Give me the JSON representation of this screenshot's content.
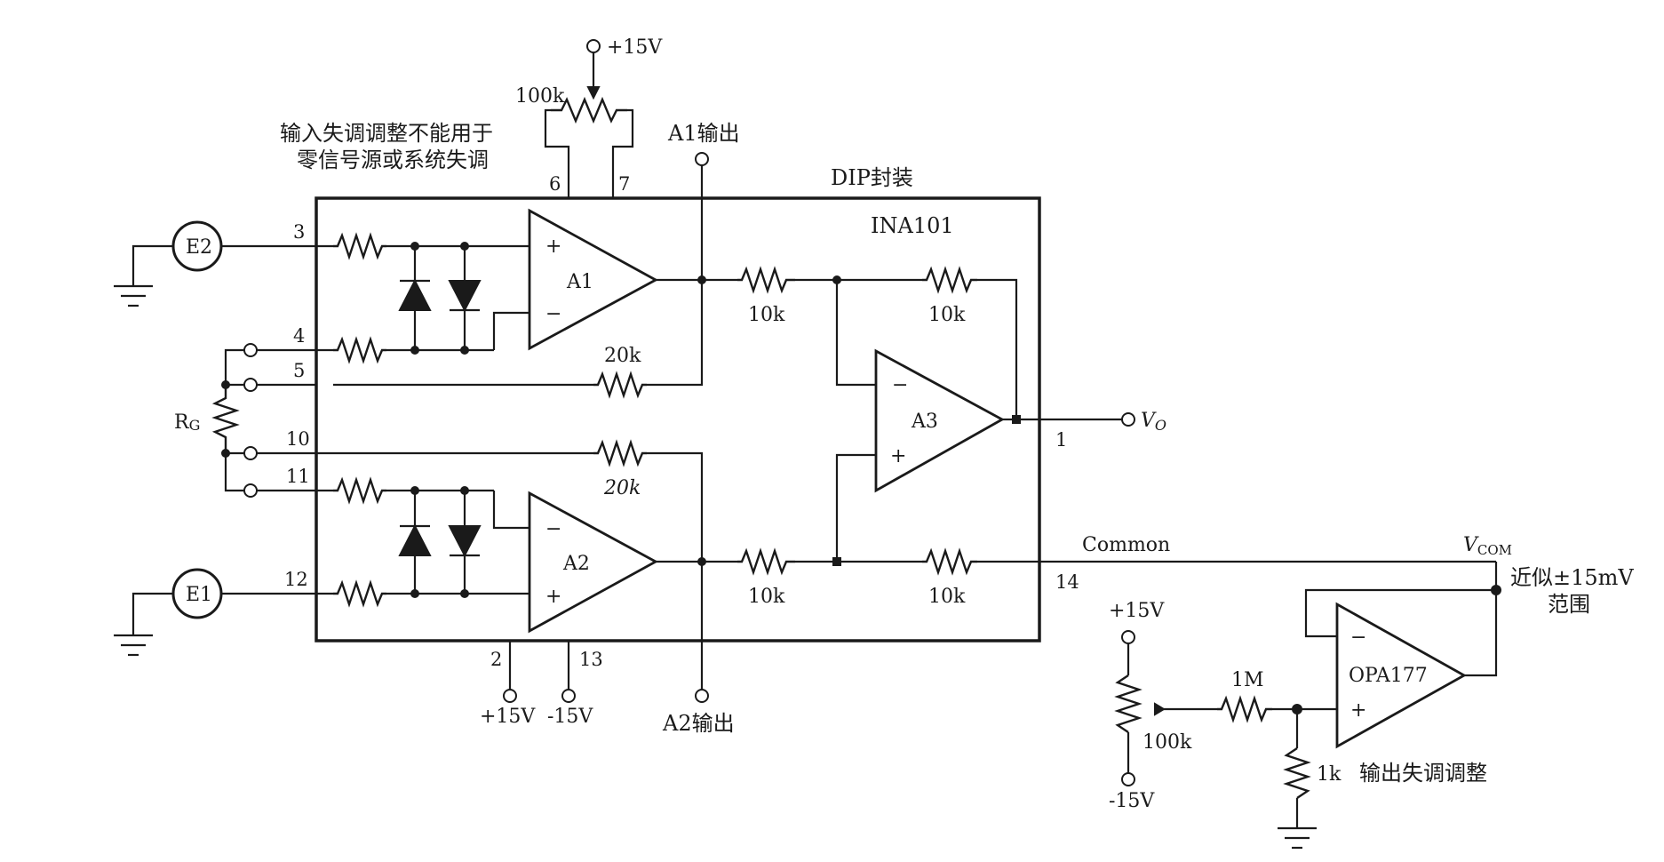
{
  "diagram": {
    "labels": {
      "vplus_top": "+15V",
      "pot_top": "100k",
      "note_line1": "输入失调调整不能用于",
      "note_line2": "零信号源或系统失调",
      "a1_out": "A1输出",
      "dip": "DIP封装",
      "ina": "INA101",
      "e2": "E2",
      "e1": "E1",
      "rg": "R",
      "rg_sub": "G",
      "a1": "A1",
      "a2": "A2",
      "a3": "A3",
      "r_a1_out": "10k",
      "r_a3_fb": "10k",
      "r_a2_out": "10k",
      "r_ref": "10k",
      "r_20k_top": "20k",
      "r_20k_bot": "20k",
      "vo": "V",
      "vo_sub": "O",
      "common": "Common",
      "vcom": "V",
      "vcom_sub": "COM",
      "range1": "近似±15mV",
      "range2": "范围",
      "opa": "OPA177",
      "vplus_right": "+15V",
      "vminus_right": "-15V",
      "pot_right": "100k",
      "r_1m": "1M",
      "r_1k": "1k",
      "out_adj": "输出失调调整",
      "vplus_bot": "+15V",
      "vminus_bot": "-15V",
      "a2_out": "A2输出",
      "plus": "+",
      "minus": "−"
    },
    "pins": {
      "p1": "1",
      "p2": "2",
      "p3": "3",
      "p4": "4",
      "p5": "5",
      "p6": "6",
      "p7": "7",
      "p10": "10",
      "p11": "11",
      "p12": "12",
      "p13": "13",
      "p14": "14"
    }
  }
}
